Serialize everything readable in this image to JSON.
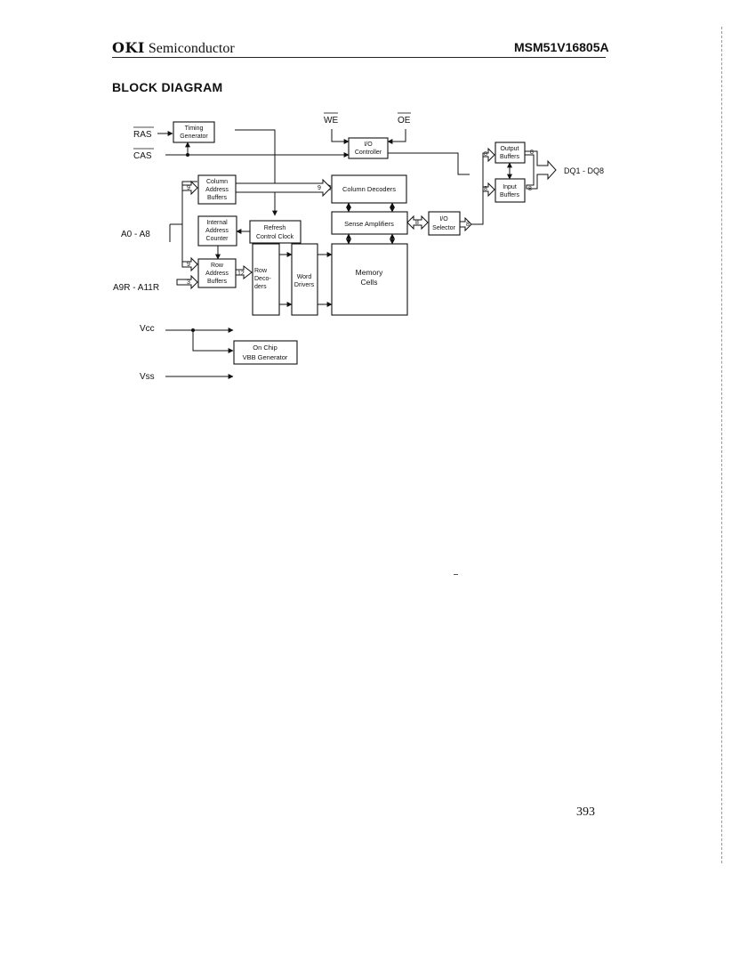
{
  "header": {
    "brand": "OKI",
    "brand_suffix": "Semiconductor",
    "part_number": "MSM51V16805A"
  },
  "section_title": "BLOCK DIAGRAM",
  "signals": {
    "ras": "RAS",
    "cas": "CAS",
    "we": "WE",
    "oe": "OE",
    "addr_low": "A0 - A8",
    "addr_row": "A9R - A11R",
    "vcc": "Vcc",
    "vss": "Vss",
    "dq": "DQ1 - DQ8"
  },
  "blocks": {
    "timing_generator": [
      "Timing",
      "Generator"
    ],
    "io_controller": [
      "I/O",
      "Controller"
    ],
    "column_address_buffers": [
      "Column",
      "Address",
      "Buffers"
    ],
    "column_decoders": [
      "Column Decoders"
    ],
    "internal_address_counter": [
      "Internal",
      "Address",
      "Counter"
    ],
    "refresh_control_clock": [
      "Refresh",
      "Control Clock"
    ],
    "sense_amplifiers": [
      "Sense Amplifiers"
    ],
    "io_selector": [
      "I/O",
      "Selector"
    ],
    "row_address_buffers": [
      "Row",
      "Address",
      "Buffers"
    ],
    "row_decoders": [
      "Row",
      "Deco-",
      "ders"
    ],
    "word_drivers": [
      "Word",
      "Drivers"
    ],
    "memory_cells": [
      "Memory",
      "Cells"
    ],
    "output_buffers": [
      "Output",
      "Buffers"
    ],
    "input_buffers": [
      "Input",
      "Buffers"
    ],
    "vbb_generator": [
      "On Chip",
      "VBB Generator"
    ]
  },
  "bus_widths": {
    "col_addr_in": "9",
    "col_addr_out": "9",
    "row_addr_in": "9",
    "row_addr_extra": "3",
    "row_addr_out": "12",
    "sense_to_selector": "8",
    "selector_out": "8",
    "output_buffer_in": "8",
    "output_buffer_out": "8",
    "input_buffer_in": "8",
    "input_buffer_out": "8"
  },
  "page_number": "393"
}
